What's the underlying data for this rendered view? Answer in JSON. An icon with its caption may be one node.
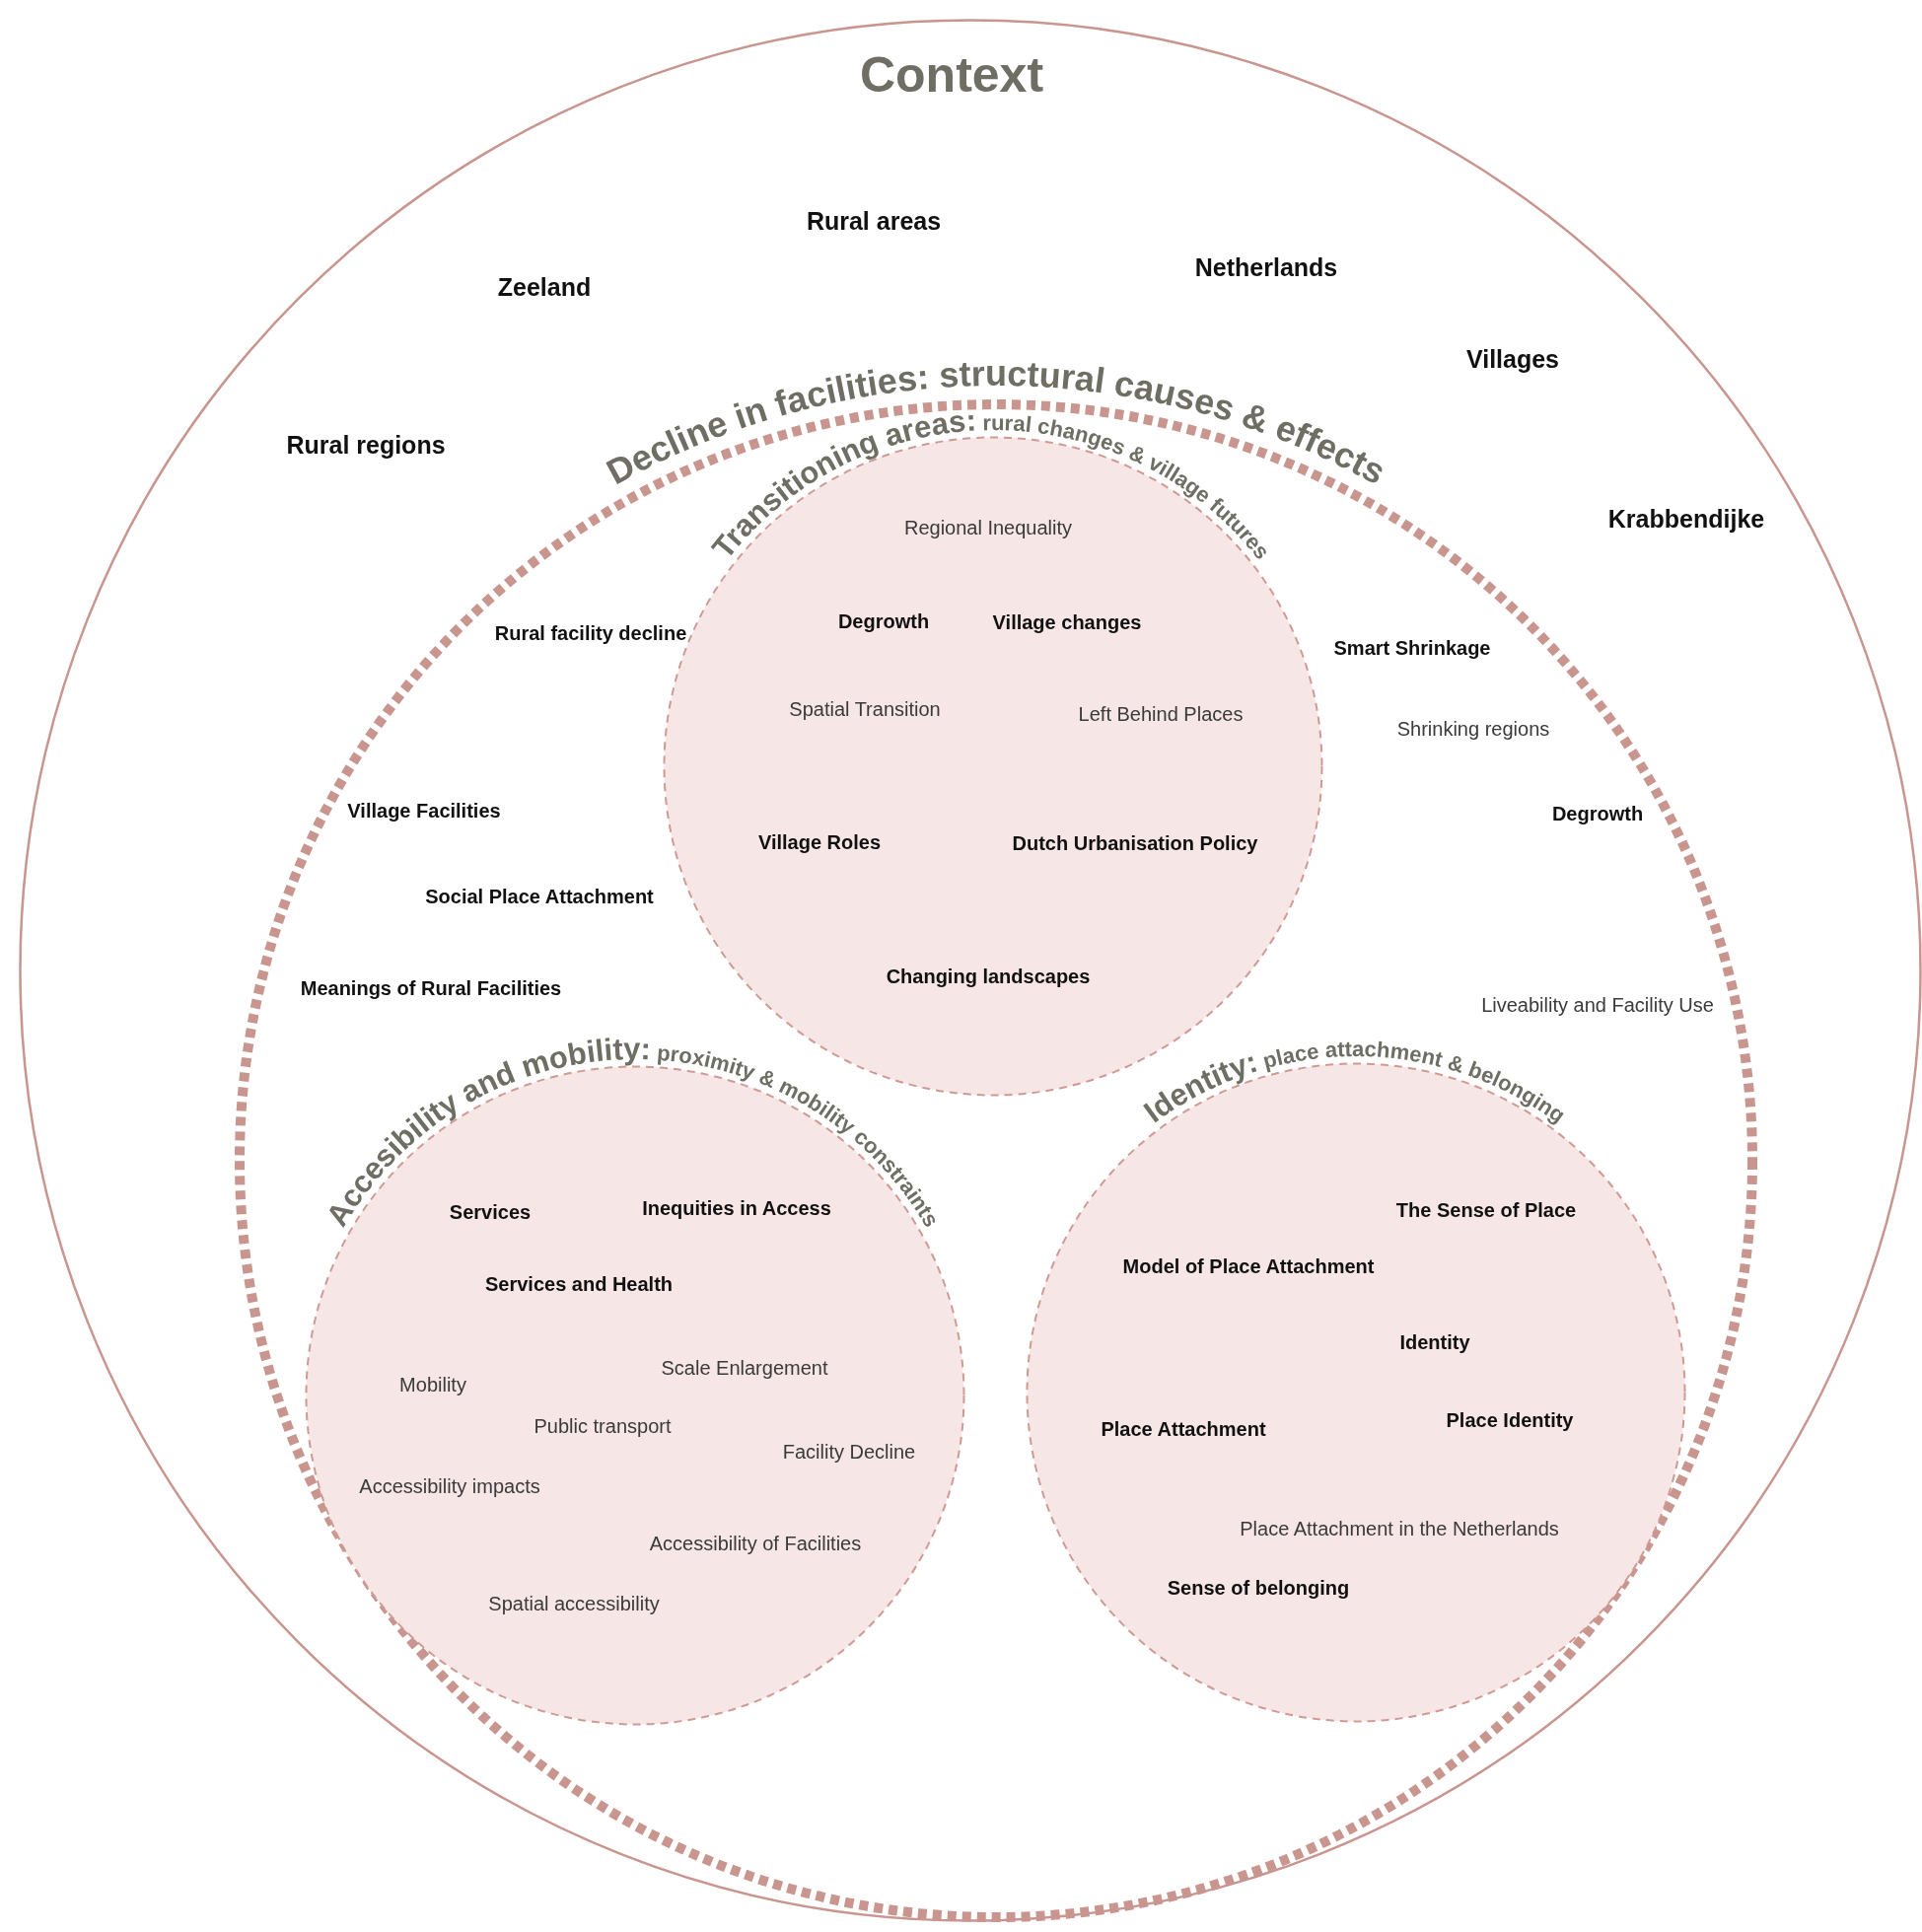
{
  "diagram": {
    "nodes": [
      {
        "text": [
          "Context",
          "Rural areas",
          "Netherlands",
          "Zeeland",
          "Villages",
          "Rural regions",
          "Krabbendijke"
        ]
      },
      {
        "text": [
          "Decline in facilities: structural causes & effects",
          "Rural facility decline",
          "Smart Shrinkage",
          "Shrinking regions",
          "Village Facilities",
          "Degrowth",
          "Social Place Attachment",
          "Meanings of Rural Facilities",
          "Liveability and Facility Use"
        ],
        "in": 0
      },
      {
        "text": [
          "Transitioning areas:",
          "rural changes & village futures",
          "Regional Inequality",
          "Degrowth",
          "Village changes",
          "Spatial Transition",
          "Left Behind Places",
          "Village Roles",
          "Dutch Urbanisation Policy",
          "Changing landscapes"
        ],
        "in": 1
      },
      {
        "text": [
          "Accesibility and mobility:",
          "proximity & mobility constraints",
          "Services",
          "Inequities in Access",
          "Services and Health",
          "Mobility",
          "Scale Enlargement",
          "Public transport",
          "Facility Decline",
          "Accessibility impacts",
          "Accessibility of Facilities",
          "Spatial accessibility"
        ],
        "in": 1
      },
      {
        "text": [
          "Identity:",
          "place attachment & belonging",
          "The Sense of Place",
          "Model of Place Attachment",
          "Identity",
          "Place Attachment",
          "Place Identity",
          "Place Attachment in the Netherlands",
          "Sense of belonging"
        ],
        "in": 1
      }
    ]
  }
}
